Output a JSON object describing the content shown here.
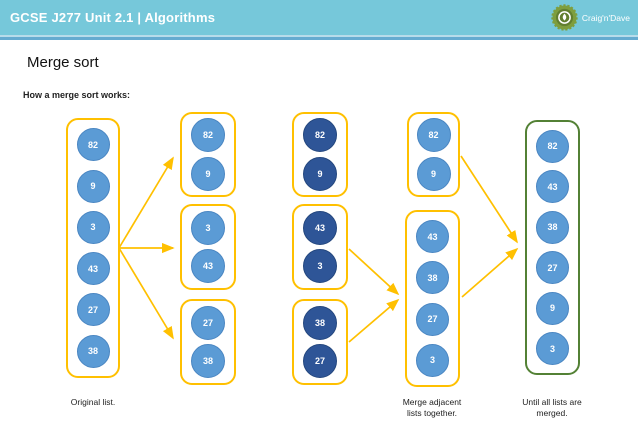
{
  "header": {
    "title": "GCSE J277 Unit 2.1 | Algorithms",
    "brand": "Craig'n'Dave"
  },
  "main": {
    "title": "Merge sort",
    "subtitle": "How a merge sort works:"
  },
  "captions": {
    "original": "Original list.",
    "merge": "Merge adjacent\nlists together.",
    "until": "Until all lists are\nmerged."
  },
  "colors": {
    "header_teal": "#76C8DA",
    "accent_gold": "#FFC000",
    "accent_green": "#538135",
    "circle_light": "#5B9BD5",
    "circle_dark": "#2E5597",
    "logo_green": "#7E9E3E",
    "logo_inner": "#627F30"
  },
  "diagram": {
    "columns": [
      {
        "name": "original-list",
        "boxes": [
          {
            "border": "gold",
            "style": "light",
            "values": [
              82,
              9,
              3,
              43,
              27,
              38
            ]
          }
        ]
      },
      {
        "name": "split-pairs",
        "boxes": [
          {
            "border": "gold",
            "style": "light",
            "values": [
              82,
              9
            ]
          },
          {
            "border": "gold",
            "style": "light",
            "values": [
              3,
              43
            ]
          },
          {
            "border": "gold",
            "style": "light",
            "values": [
              27,
              38
            ]
          }
        ]
      },
      {
        "name": "sorted-pairs",
        "boxes": [
          {
            "border": "gold",
            "style": "dark",
            "values": [
              82,
              9
            ]
          },
          {
            "border": "gold",
            "style": "dark",
            "values": [
              43,
              3
            ]
          },
          {
            "border": "gold",
            "style": "dark",
            "values": [
              38,
              27
            ]
          }
        ]
      },
      {
        "name": "merge-adjacent",
        "boxes": [
          {
            "border": "gold",
            "style": "light",
            "values": [
              82,
              9
            ]
          },
          {
            "border": "gold",
            "style": "light",
            "values": [
              43,
              38,
              27,
              3
            ]
          }
        ]
      },
      {
        "name": "final-merged",
        "boxes": [
          {
            "border": "green",
            "style": "light",
            "values": [
              82,
              43,
              38,
              27,
              9,
              3
            ]
          }
        ]
      }
    ]
  }
}
